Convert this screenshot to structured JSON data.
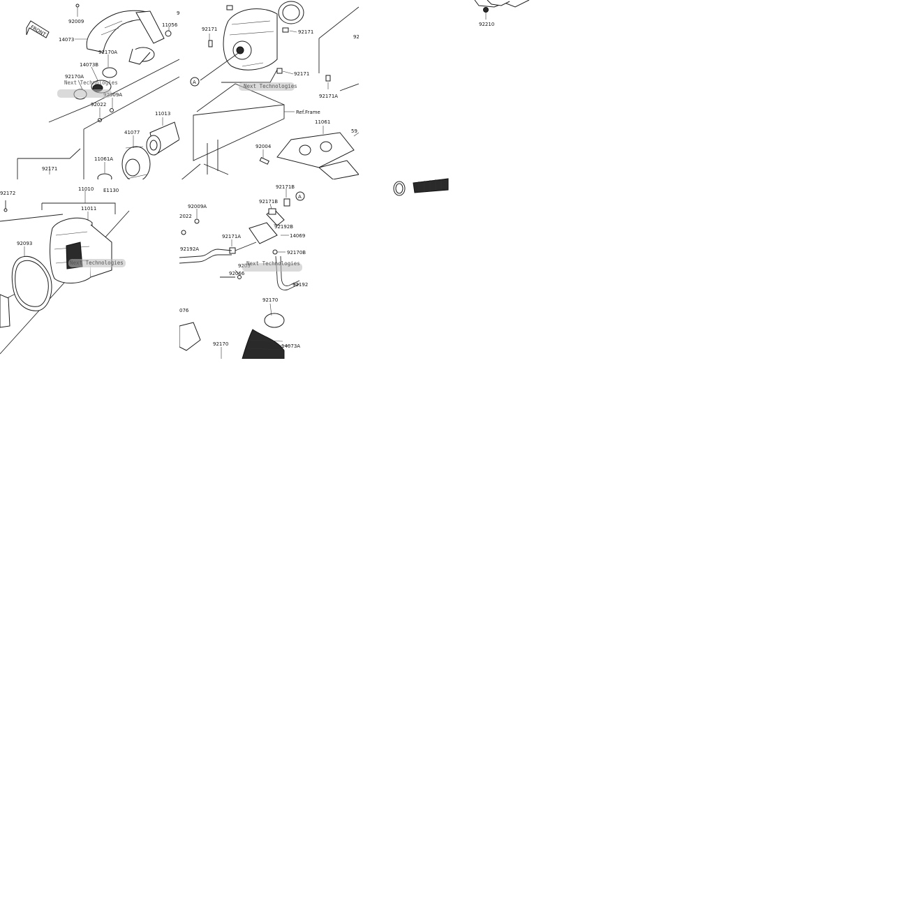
{
  "tile_a": {
    "front": "FRONT",
    "labels": [
      "92009",
      "14073",
      "92170A",
      "14073B",
      "92170A",
      "92009A",
      "92022",
      "11056",
      "11013",
      "41077",
      "11061A",
      "92171",
      "9"
    ],
    "watermark": "Next Technologies"
  },
  "tile_b": {
    "labels": [
      "92171",
      "92171",
      "92171",
      "92171A",
      "Ref.Frame",
      "11061",
      "92004",
      "59",
      "92"
    ],
    "marker": "A",
    "watermark": "Next Technologies"
  },
  "tile_c": {
    "labels": [
      "11010",
      "E1130",
      "92172",
      "11011",
      "92093"
    ],
    "watermark": "Next Technologies"
  },
  "tile_d": {
    "labels": [
      "92171B",
      "92009A",
      "92171B",
      "2022",
      "92192B",
      "92171A",
      "14069",
      "92192A",
      "92170B",
      "9203",
      "92066",
      "92192",
      "92170",
      "076",
      "92170",
      "14073A"
    ],
    "marker": "A",
    "watermark": "Next Technologies"
  },
  "tile_e": {
    "labels": [
      "92210"
    ]
  }
}
